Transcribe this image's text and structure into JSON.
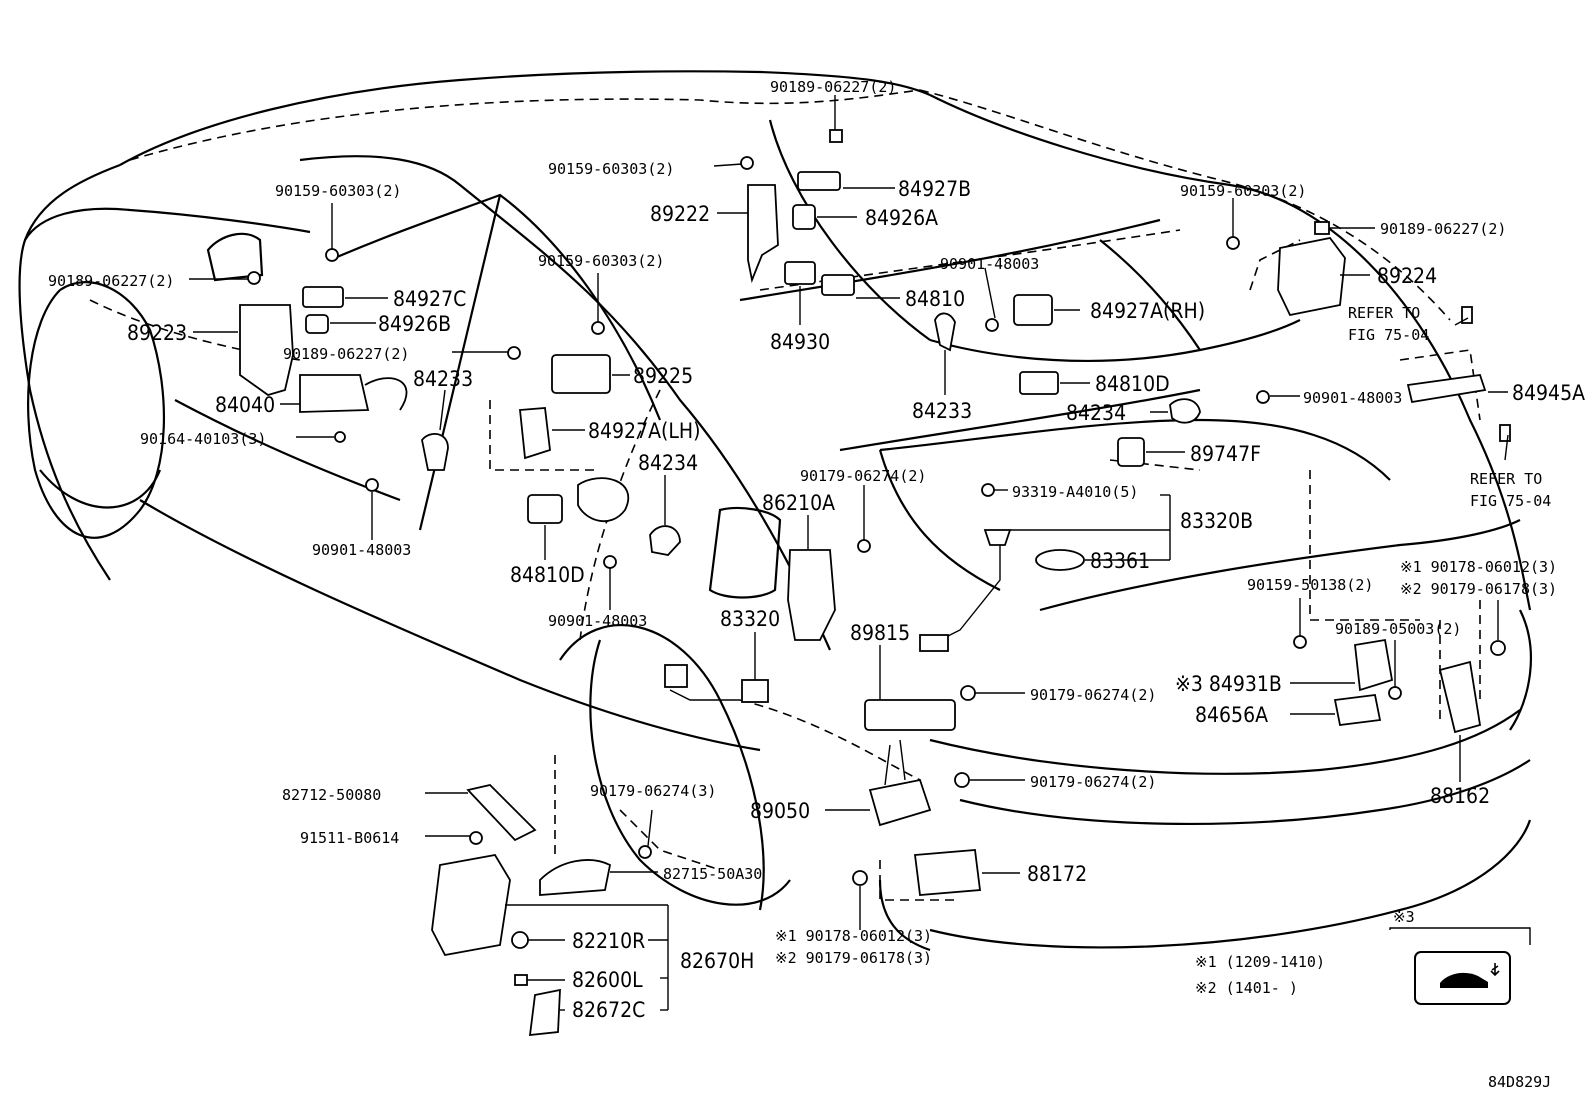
{
  "diagram_id": "84D829J",
  "labels": {
    "p90189_06227_top": "90189-06227(2)",
    "p90159_60303_top": "90159-60303(2)",
    "p84927B": "84927B",
    "p89222": "89222",
    "p84926A": "84926A",
    "p90901_48003_center": "90901-48003",
    "p84810": "84810",
    "p84930": "84930",
    "p84233_right": "84233",
    "p84927A_RH": "84927A(RH)",
    "p84810D_right": "84810D",
    "p84234_right": "84234",
    "p90901_48003_right": "90901-48003",
    "p89747F": "89747F",
    "p90159_60303_right": "90159-60303(2)",
    "p90189_06227_right": "90189-06227(2)",
    "p89224": "89224",
    "refer1_line1": "REFER TO",
    "refer1_line2": "FIG 75-04",
    "p84945A": "84945A",
    "refer2_line1": "REFER TO",
    "refer2_line2": "FIG 75-04",
    "p90159_60303_left": "90159-60303(2)",
    "p90189_06227_left": "90189-06227(2)",
    "p84927C": "84927C",
    "p89223": "89223",
    "p84926B": "84926B",
    "p90189_06227_mid": "90189-06227(2)",
    "p84040": "84040",
    "p84233_left": "84233",
    "p90164_40103": "90164-40103(3)",
    "p90901_48003_left": "90901-48003",
    "p90159_60303_mid": "90159-60303(2)",
    "p89225": "89225",
    "p84927A_LH": "84927A(LH)",
    "p84234_left": "84234",
    "p84810D_left": "84810D",
    "p90901_48003_lower": "90901-48003",
    "p90179_06274_top": "90179-06274(2)",
    "p86210A": "86210A",
    "p93319_A4010": "93319-A4010(5)",
    "p83320B": "83320B",
    "p83361": "83361",
    "p83320": "83320",
    "p89815": "89815",
    "p90179_06274_a": "90179-06274(2)",
    "p90179_06274_b": "90179-06274(2)",
    "p90179_06274_c": "90179-06274(3)",
    "p89050": "89050",
    "p88172": "88172",
    "p90159_50138": "90159-50138(2)",
    "p90178_06012_top": "※1 90178-06012(3)",
    "p90179_06178_top": "※2 90179-06178(3)",
    "p90189_05003": "90189-05003(2)",
    "p84931B": "※3 84931B",
    "p84656A": "84656A",
    "p88162": "88162",
    "p82712_50080": "82712-50080",
    "p91511_B0614": "91511-B0614",
    "p82715_50A30": "82715-50A30",
    "p82210R": "82210R",
    "p82600L": "82600L",
    "p82670H": "82670H",
    "p82672C": "82672C",
    "p90178_06012_bottom": "※1 90178-06012(3)",
    "p90179_06178_bottom": "※2 90179-06178(3)"
  },
  "legend": {
    "note1": "※1 (1209-1410)",
    "note2": "※2 (1401-      )",
    "icon_header": "※3",
    "icon_name": "trunk-opener-icon"
  }
}
